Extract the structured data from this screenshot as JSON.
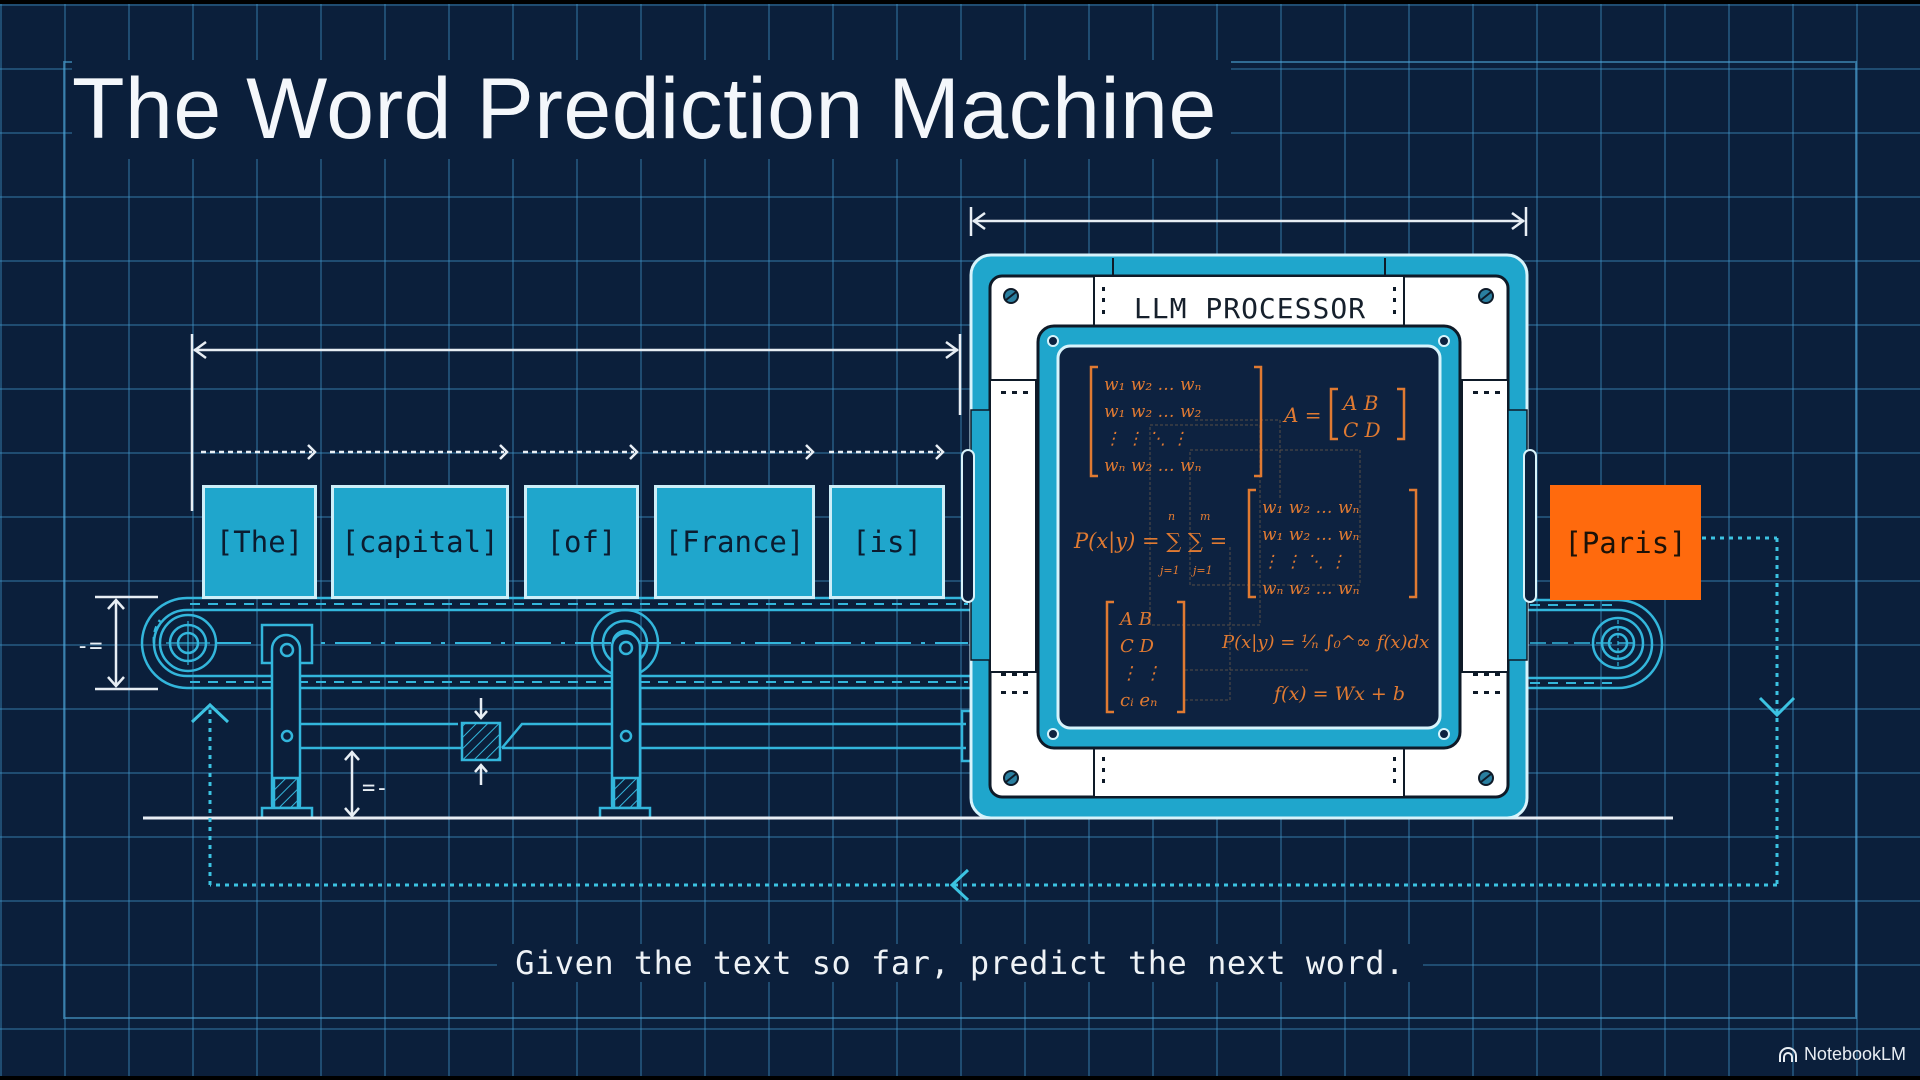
{
  "slide": {
    "title": "The Word Prediction Machine",
    "caption": "Given the text so far, predict the next word.",
    "brand": "NotebookLM",
    "brand_icon": "notebooklm-logo-icon"
  },
  "input_tokens": [
    {
      "label": "[The]"
    },
    {
      "label": "[capital]"
    },
    {
      "label": "[of]"
    },
    {
      "label": "[France]"
    },
    {
      "label": "[is]"
    }
  ],
  "processor": {
    "label": "LLM PROCESSOR",
    "equations": {
      "matrix1": [
        "w₁   w₂   …   wₙ",
        "w₁   w₂   …   w₂",
        "⋮     ⋮     ⋱    ⋮",
        "wₙ   w₂   …   wₙ"
      ],
      "a_equals": "A =",
      "matrix_ab": [
        "A   B",
        "C   D"
      ],
      "prob_sum": "P(x|y) = ∑ ∑ =",
      "sum_upper": [
        "n",
        "m"
      ],
      "sum_lower": [
        "j=1",
        "j=1"
      ],
      "matrix2": [
        "w₁   w₂   …   wₙ",
        "w₁   w₂   …   wₙ",
        "⋮     ⋮     ⋱    ⋮",
        "wₙ   w₂   …   wₙ"
      ],
      "matrix3": [
        "A   B",
        "C   D",
        "⋮     ⋮",
        "cᵢ   eₙ"
      ],
      "prob_integral": "P(x|y) = ¹⁄ₙ ∫₀^∞ f(x)dx",
      "linear": "f(x) = Wx + b"
    }
  },
  "output_token": {
    "label": "[Paris]"
  },
  "dimension_labels": {
    "belt_height": "-=",
    "clearance": "=-"
  },
  "colors": {
    "background": "#0b1f3b",
    "grid": "#3a7fb0",
    "token_fill": "#1fa6cc",
    "output_fill": "#ff6a0d",
    "math": "#e07a32",
    "line_cyan": "#33b6dc"
  }
}
